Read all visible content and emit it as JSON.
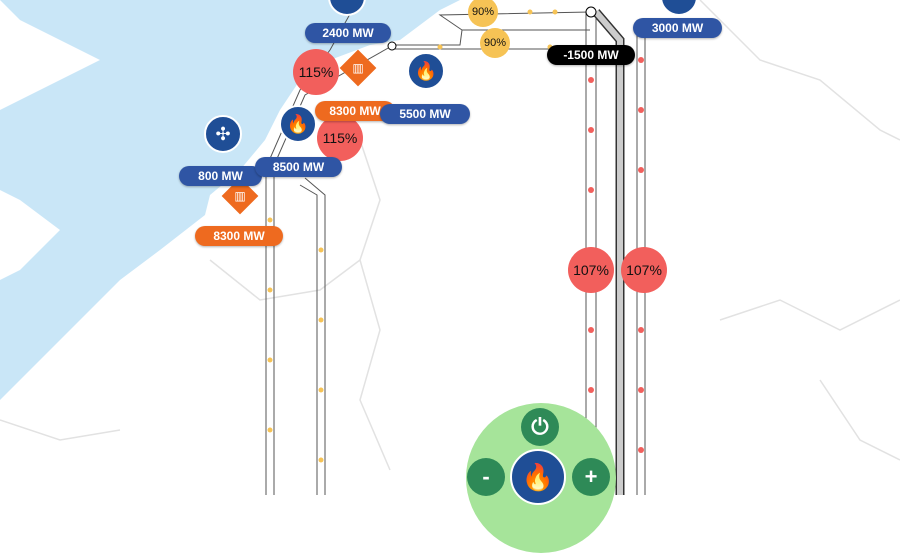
{
  "labels": {
    "l2400": "2400 MW",
    "l3000": "3000 MW",
    "lneg1500": "-1500 MW",
    "l8300a": "8300 MW",
    "l5500": "5500 MW",
    "l800": "800 MW",
    "l8500": "8500 MW",
    "l8300b": "8300 MW"
  },
  "loads": {
    "p90a": "90%",
    "p90b": "90%",
    "p115a": "115%",
    "p115b": "115%",
    "p107a": "107%",
    "p107b": "107%"
  },
  "controls": {
    "minus": "-",
    "plus": "+"
  },
  "colors": {
    "sea": "#c9e6f7",
    "land": "#ffffff",
    "border": "#e2e2e2",
    "overload": "#f25f5c",
    "warning": "#f6c355",
    "panel": "#a6e49a"
  }
}
